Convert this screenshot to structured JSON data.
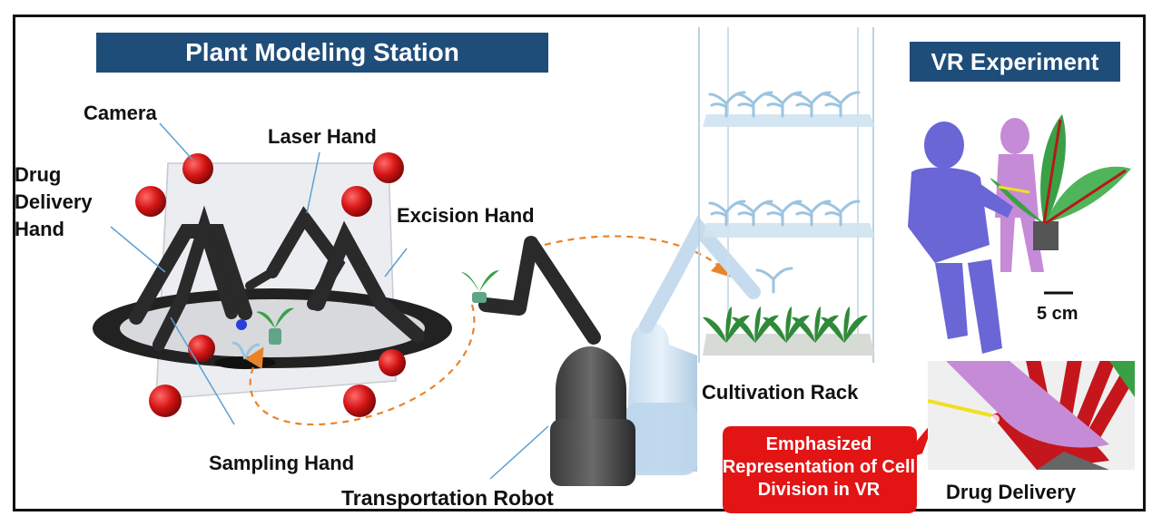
{
  "station_title": "Plant Modeling Station",
  "vr_title": "VR Experiment",
  "labels": {
    "camera": "Camera",
    "laser_hand": "Laser Hand",
    "drug_delivery_hand": "Drug Delivery Hand",
    "excision_hand": "Excision Hand",
    "sampling_hand": "Sampling Hand",
    "transportation_robot": "Transportation Robot",
    "cultivation_rack": "Cultivation Rack",
    "scale": "5 cm",
    "drug_delivery": "Drug Delivery"
  },
  "callout": "Emphasized Representation of Cell Division in VR",
  "colors": {
    "banner": "#1f4d7a",
    "camera_sphere": "#d41414",
    "robot_arm": "#2a2a2a",
    "route_arrow": "#e8832a",
    "callout": "#e31414",
    "vr_human_blue": "#6a66d6",
    "vr_human_pink": "#c58bd6",
    "plant_green": "#3aa046"
  }
}
